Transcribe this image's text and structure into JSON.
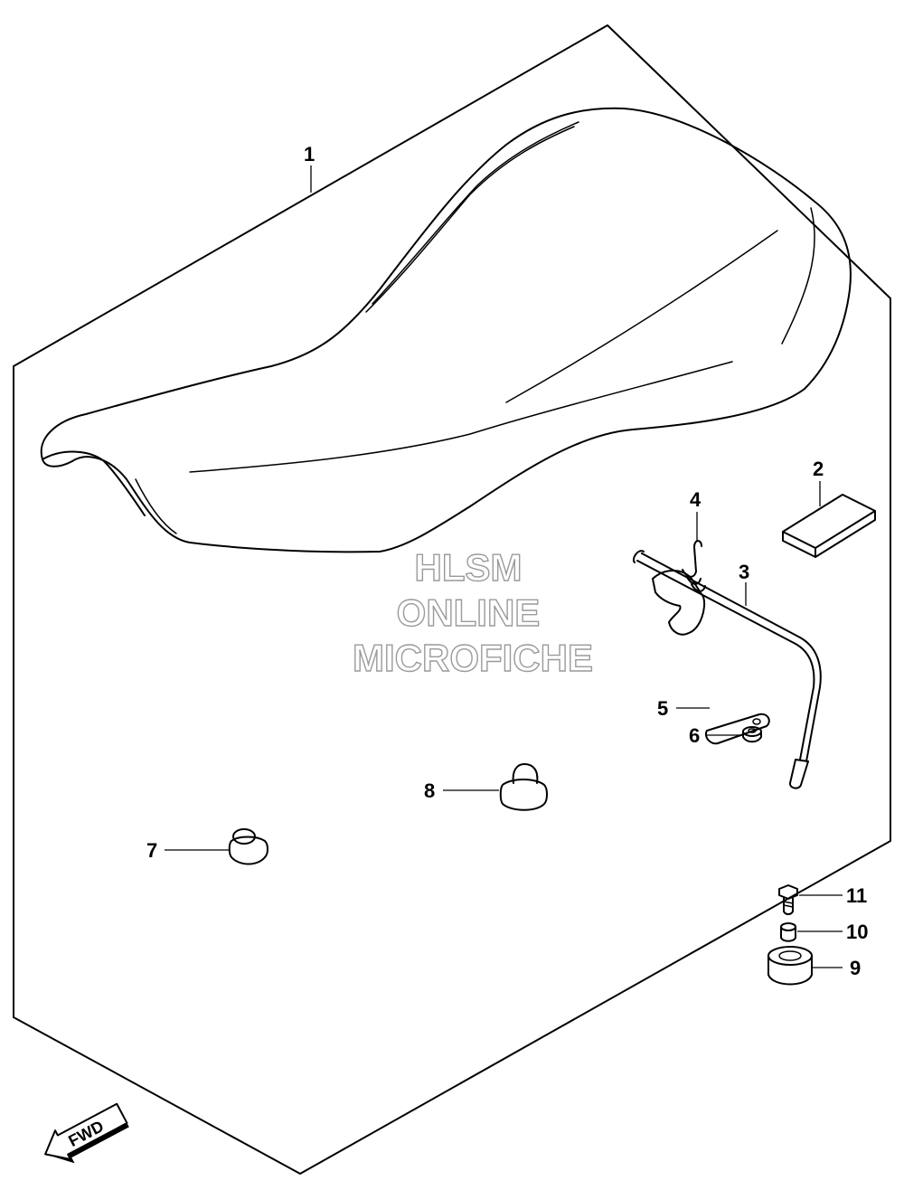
{
  "callouts": [
    {
      "id": "1",
      "label": "1"
    },
    {
      "id": "2",
      "label": "2"
    },
    {
      "id": "3",
      "label": "3"
    },
    {
      "id": "4",
      "label": "4"
    },
    {
      "id": "5",
      "label": "5"
    },
    {
      "id": "6",
      "label": "6"
    },
    {
      "id": "7",
      "label": "7"
    },
    {
      "id": "8",
      "label": "8"
    },
    {
      "id": "9",
      "label": "9"
    },
    {
      "id": "10",
      "label": "10"
    },
    {
      "id": "11",
      "label": "11"
    }
  ],
  "watermark": {
    "line1": "HLSM",
    "line2": "ONLINE",
    "line3": "MICROFICHE"
  },
  "direction_arrow": {
    "label": "FWD",
    "icon": "fwd-arrow-icon"
  }
}
